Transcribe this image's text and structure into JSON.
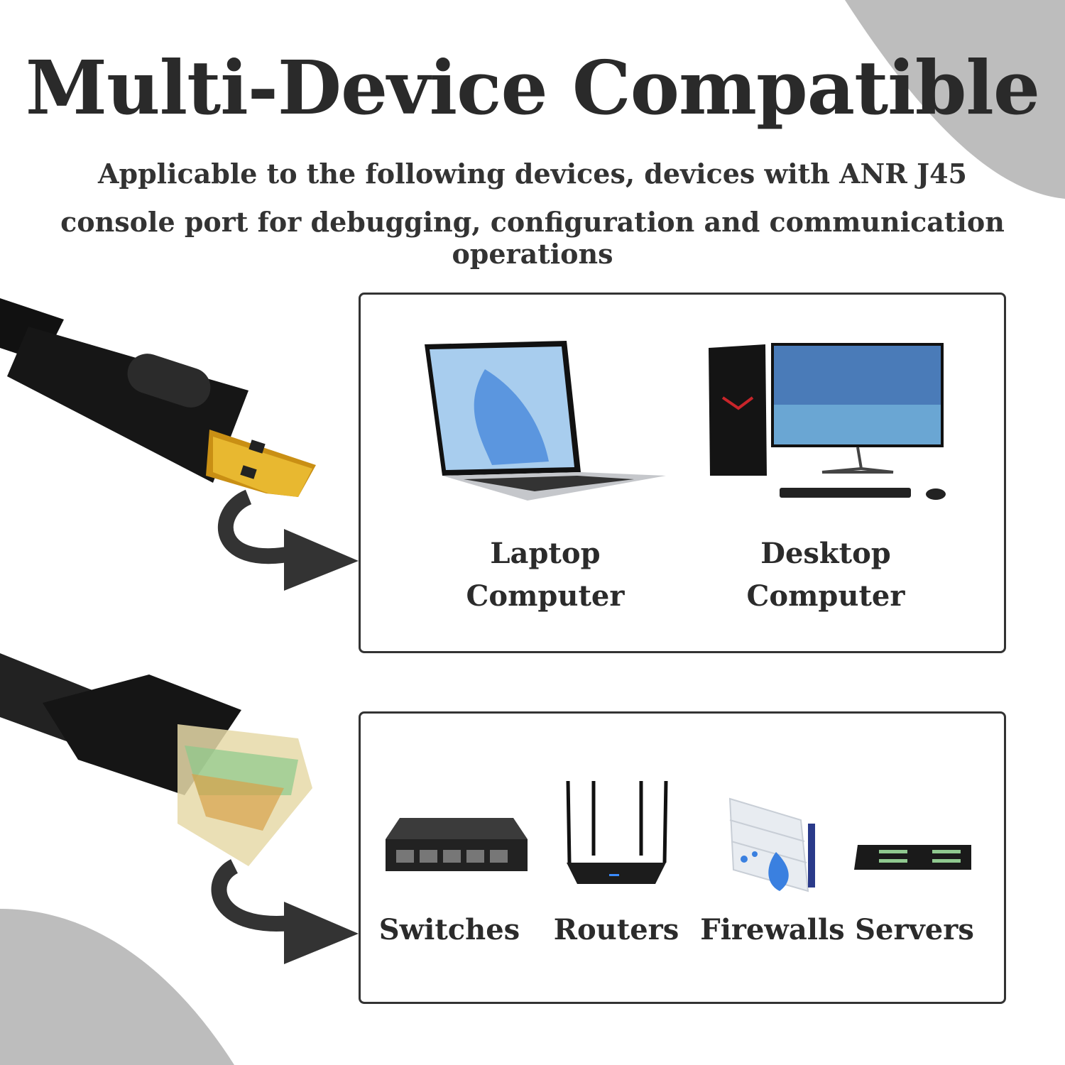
{
  "title": "Multi-Device Compatible",
  "subtitle_line1": "Applicable to the following devices, devices with ANR J45",
  "subtitle_line2": "console port for debugging, configuration and communication operations",
  "usb_group": {
    "devices": [
      {
        "line1": "Laptop",
        "line2": "Computer",
        "icon": "laptop-icon"
      },
      {
        "line1": "Desktop",
        "line2": "Computer",
        "icon": "desktop-icon"
      }
    ]
  },
  "rj45_group": {
    "devices": [
      {
        "label": "Switches",
        "icon": "switch-icon"
      },
      {
        "label": "Routers",
        "icon": "router-icon"
      },
      {
        "label": "Firewalls",
        "icon": "firewall-icon"
      },
      {
        "label": "Servers",
        "icon": "server-icon"
      }
    ]
  },
  "colors": {
    "text": "#2b2b2b",
    "gray_shape": "#bdbdbd",
    "border": "#333333",
    "gold": "#d9a521"
  }
}
